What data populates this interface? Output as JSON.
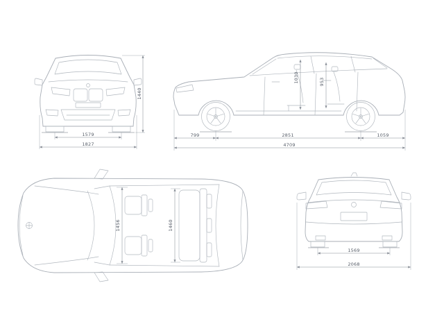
{
  "colors": {
    "background": "#ffffff",
    "car_line": "#a8aeb6",
    "dimension_line": "#868c95",
    "dimension_text": "#565d68"
  },
  "dims": {
    "front": {
      "track": "1579",
      "width": "1827",
      "height": "1440"
    },
    "side": {
      "front_overhang": "799",
      "wheelbase": "2851",
      "rear_overhang": "1059",
      "length": "4709",
      "interior_height_front": "1030",
      "interior_height_rear": "953"
    },
    "top": {
      "interior_width_front": "1456",
      "interior_width_rear": "1460"
    },
    "rear": {
      "track": "1569",
      "width_incl_mirrors": "2068"
    }
  }
}
